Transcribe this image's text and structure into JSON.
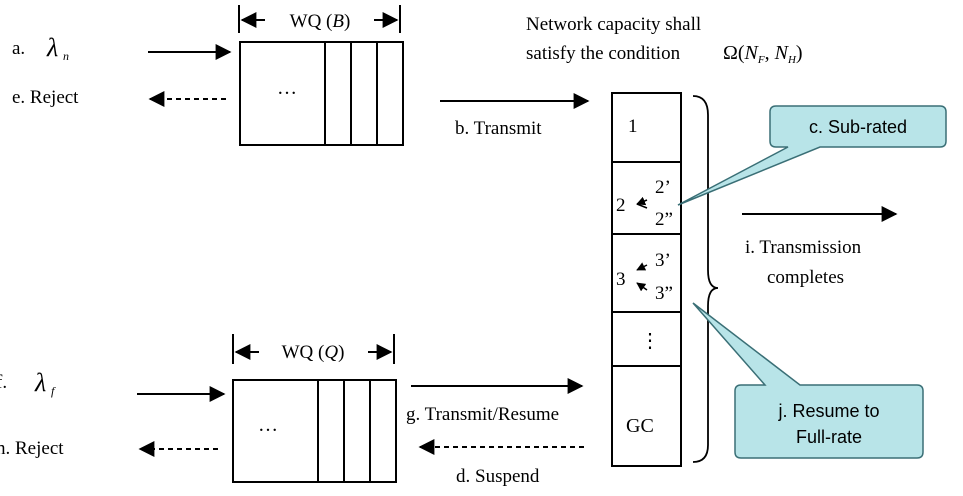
{
  "labels": {
    "a_prefix": "a.",
    "lambda_n": "λ",
    "lambda_n_sub": "n",
    "e_reject": "e.  Reject",
    "f_prefix": "f.",
    "lambda_f": "λ",
    "lambda_f_sub": "f",
    "h_reject": "h.   Reject",
    "wq_b_prefix": "WQ (",
    "wq_b_var": "B",
    "wq_b_suffix": ")",
    "wq_q_prefix": "WQ (",
    "wq_q_var": "Q",
    "wq_q_suffix": ")",
    "ellipsis": "…",
    "network_line1": "Network capacity shall",
    "network_line2": "satisfy the condition",
    "omega_formula": "Ω(",
    "omega_nf": "N",
    "omega_nf_sub": "F",
    "omega_sep": ", ",
    "omega_nh": "N",
    "omega_nh_sub": "H",
    "omega_close": ")",
    "b_transmit": "b. Transmit",
    "g_transmit_resume": "g. Transmit/Resume",
    "d_suspend": "d. Suspend",
    "i_line1": "i. Transmission",
    "i_line2": "completes"
  },
  "stack": {
    "slot1": "1",
    "slot2": "2",
    "slot2a": "2’",
    "slot2b": "2”",
    "slot3": "3",
    "slot3a": "3’",
    "slot3b": "3”",
    "vdots": "⋮",
    "gc": "GC"
  },
  "callouts": {
    "sub_rated": "c. Sub-rated",
    "resume_line1": "j. Resume to",
    "resume_line2": "Full-rate"
  },
  "colors": {
    "callout_fill": "#b8e4e8",
    "callout_stroke": "#3a6f76"
  }
}
